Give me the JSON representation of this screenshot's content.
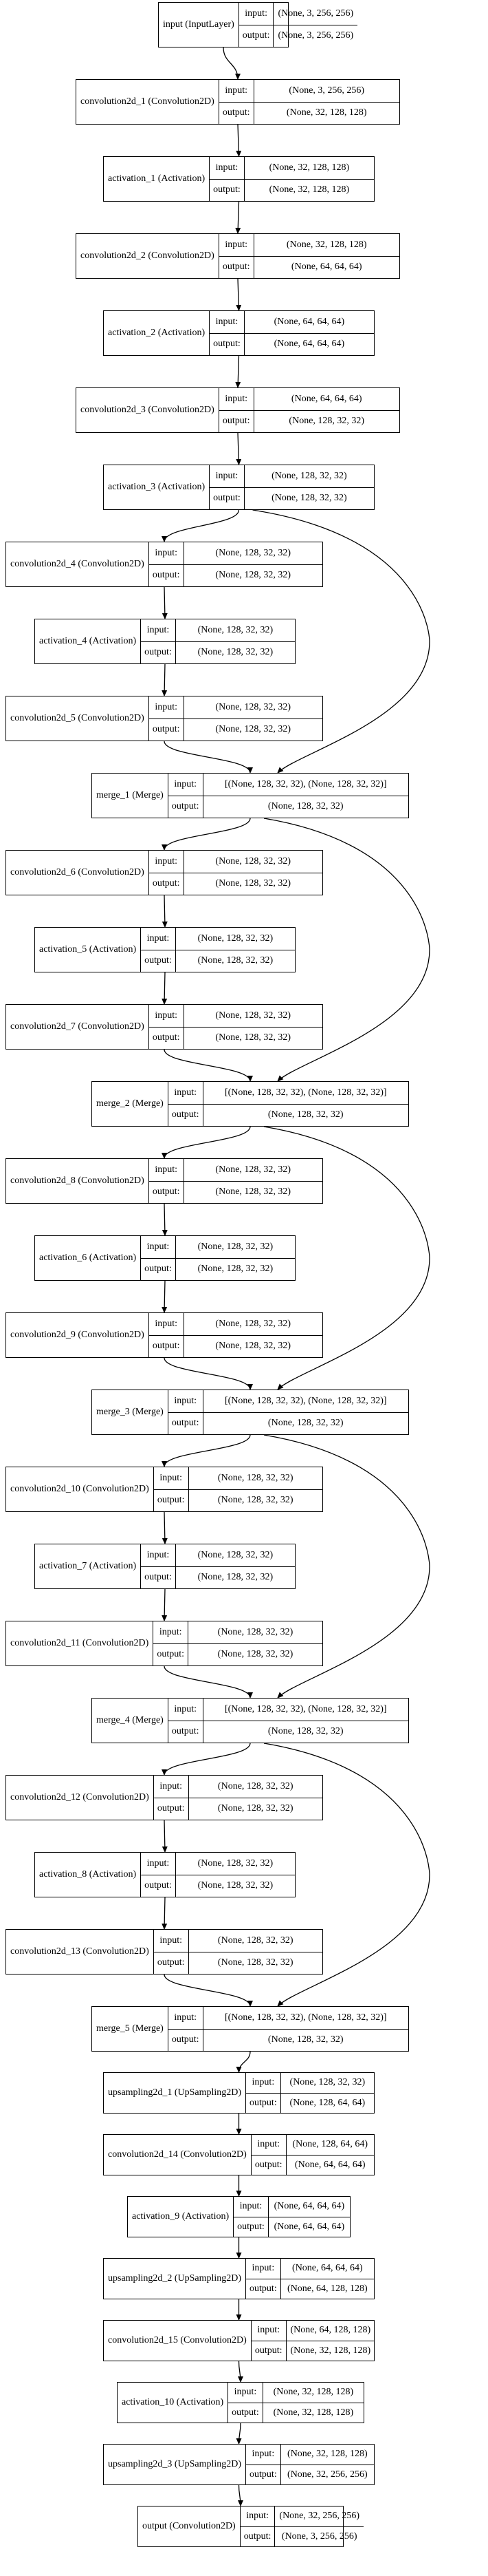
{
  "nodes": [
    {
      "id": "n0",
      "name": "input (InputLayer)",
      "input": "(None, 3, 256, 256)",
      "output": "(None, 3, 256, 256)"
    },
    {
      "id": "n1",
      "name": "convolution2d_1 (Convolution2D)",
      "input": "(None, 3, 256, 256)",
      "output": "(None, 32, 128, 128)"
    },
    {
      "id": "n2",
      "name": "activation_1 (Activation)",
      "input": "(None, 32, 128, 128)",
      "output": "(None, 32, 128, 128)"
    },
    {
      "id": "n3",
      "name": "convolution2d_2 (Convolution2D)",
      "input": "(None, 32, 128, 128)",
      "output": "(None, 64, 64, 64)"
    },
    {
      "id": "n4",
      "name": "activation_2 (Activation)",
      "input": "(None, 64, 64, 64)",
      "output": "(None, 64, 64, 64)"
    },
    {
      "id": "n5",
      "name": "convolution2d_3 (Convolution2D)",
      "input": "(None, 64, 64, 64)",
      "output": "(None, 128, 32, 32)"
    },
    {
      "id": "n6",
      "name": "activation_3 (Activation)",
      "input": "(None, 128, 32, 32)",
      "output": "(None, 128, 32, 32)"
    },
    {
      "id": "n7",
      "name": "convolution2d_4 (Convolution2D)",
      "input": "(None, 128, 32, 32)",
      "output": "(None, 128, 32, 32)"
    },
    {
      "id": "n8",
      "name": "activation_4 (Activation)",
      "input": "(None, 128, 32, 32)",
      "output": "(None, 128, 32, 32)"
    },
    {
      "id": "n9",
      "name": "convolution2d_5 (Convolution2D)",
      "input": "(None, 128, 32, 32)",
      "output": "(None, 128, 32, 32)"
    },
    {
      "id": "n10",
      "name": "merge_1 (Merge)",
      "input": "[(None, 128, 32, 32), (None, 128, 32, 32)]",
      "output": "(None, 128, 32, 32)"
    },
    {
      "id": "n11",
      "name": "convolution2d_6 (Convolution2D)",
      "input": "(None, 128, 32, 32)",
      "output": "(None, 128, 32, 32)"
    },
    {
      "id": "n12",
      "name": "activation_5 (Activation)",
      "input": "(None, 128, 32, 32)",
      "output": "(None, 128, 32, 32)"
    },
    {
      "id": "n13",
      "name": "convolution2d_7 (Convolution2D)",
      "input": "(None, 128, 32, 32)",
      "output": "(None, 128, 32, 32)"
    },
    {
      "id": "n14",
      "name": "merge_2 (Merge)",
      "input": "[(None, 128, 32, 32), (None, 128, 32, 32)]",
      "output": "(None, 128, 32, 32)"
    },
    {
      "id": "n15",
      "name": "convolution2d_8 (Convolution2D)",
      "input": "(None, 128, 32, 32)",
      "output": "(None, 128, 32, 32)"
    },
    {
      "id": "n16",
      "name": "activation_6 (Activation)",
      "input": "(None, 128, 32, 32)",
      "output": "(None, 128, 32, 32)"
    },
    {
      "id": "n17",
      "name": "convolution2d_9 (Convolution2D)",
      "input": "(None, 128, 32, 32)",
      "output": "(None, 128, 32, 32)"
    },
    {
      "id": "n18",
      "name": "merge_3 (Merge)",
      "input": "[(None, 128, 32, 32), (None, 128, 32, 32)]",
      "output": "(None, 128, 32, 32)"
    },
    {
      "id": "n19",
      "name": "convolution2d_10 (Convolution2D)",
      "input": "(None, 128, 32, 32)",
      "output": "(None, 128, 32, 32)"
    },
    {
      "id": "n20",
      "name": "activation_7 (Activation)",
      "input": "(None, 128, 32, 32)",
      "output": "(None, 128, 32, 32)"
    },
    {
      "id": "n21",
      "name": "convolution2d_11 (Convolution2D)",
      "input": "(None, 128, 32, 32)",
      "output": "(None, 128, 32, 32)"
    },
    {
      "id": "n22",
      "name": "merge_4 (Merge)",
      "input": "[(None, 128, 32, 32), (None, 128, 32, 32)]",
      "output": "(None, 128, 32, 32)"
    },
    {
      "id": "n23",
      "name": "convolution2d_12 (Convolution2D)",
      "input": "(None, 128, 32, 32)",
      "output": "(None, 128, 32, 32)"
    },
    {
      "id": "n24",
      "name": "activation_8 (Activation)",
      "input": "(None, 128, 32, 32)",
      "output": "(None, 128, 32, 32)"
    },
    {
      "id": "n25",
      "name": "convolution2d_13 (Convolution2D)",
      "input": "(None, 128, 32, 32)",
      "output": "(None, 128, 32, 32)"
    },
    {
      "id": "n26",
      "name": "merge_5 (Merge)",
      "input": "[(None, 128, 32, 32), (None, 128, 32, 32)]",
      "output": "(None, 128, 32, 32)"
    },
    {
      "id": "n27",
      "name": "upsampling2d_1 (UpSampling2D)",
      "input": "(None, 128, 32, 32)",
      "output": "(None, 128, 64, 64)"
    },
    {
      "id": "n28",
      "name": "convolution2d_14 (Convolution2D)",
      "input": "(None, 128, 64, 64)",
      "output": "(None, 64, 64, 64)"
    },
    {
      "id": "n29",
      "name": "activation_9 (Activation)",
      "input": "(None, 64, 64, 64)",
      "output": "(None, 64, 64, 64)"
    },
    {
      "id": "n30",
      "name": "upsampling2d_2 (UpSampling2D)",
      "input": "(None, 64, 64, 64)",
      "output": "(None, 64, 128, 128)"
    },
    {
      "id": "n31",
      "name": "convolution2d_15 (Convolution2D)",
      "input": "(None, 64, 128, 128)",
      "output": "(None, 32, 128, 128)"
    },
    {
      "id": "n32",
      "name": "activation_10 (Activation)",
      "input": "(None, 32, 128, 128)",
      "output": "(None, 32, 128, 128)"
    },
    {
      "id": "n33",
      "name": "upsampling2d_3 (UpSampling2D)",
      "input": "(None, 32, 128, 128)",
      "output": "(None, 32, 256, 256)"
    },
    {
      "id": "n34",
      "name": "output (Convolution2D)",
      "input": "(None, 32, 256, 256)",
      "output": "(None, 3, 256, 256)"
    }
  ],
  "port_labels": {
    "input": "input:",
    "output": "output:"
  },
  "edges": [
    [
      "n0",
      "n1"
    ],
    [
      "n1",
      "n2"
    ],
    [
      "n2",
      "n3"
    ],
    [
      "n3",
      "n4"
    ],
    [
      "n4",
      "n5"
    ],
    [
      "n5",
      "n6"
    ],
    [
      "n6",
      "n7"
    ],
    [
      "n7",
      "n8"
    ],
    [
      "n8",
      "n9"
    ],
    [
      "n9",
      "n10"
    ],
    [
      "n6",
      "n10"
    ],
    [
      "n10",
      "n11"
    ],
    [
      "n11",
      "n12"
    ],
    [
      "n12",
      "n13"
    ],
    [
      "n13",
      "n14"
    ],
    [
      "n10",
      "n14"
    ],
    [
      "n14",
      "n15"
    ],
    [
      "n15",
      "n16"
    ],
    [
      "n16",
      "n17"
    ],
    [
      "n17",
      "n18"
    ],
    [
      "n14",
      "n18"
    ],
    [
      "n18",
      "n19"
    ],
    [
      "n19",
      "n20"
    ],
    [
      "n20",
      "n21"
    ],
    [
      "n21",
      "n22"
    ],
    [
      "n18",
      "n22"
    ],
    [
      "n22",
      "n23"
    ],
    [
      "n23",
      "n24"
    ],
    [
      "n24",
      "n25"
    ],
    [
      "n25",
      "n26"
    ],
    [
      "n22",
      "n26"
    ],
    [
      "n26",
      "n27"
    ],
    [
      "n27",
      "n28"
    ],
    [
      "n28",
      "n29"
    ],
    [
      "n29",
      "n30"
    ],
    [
      "n30",
      "n31"
    ],
    [
      "n31",
      "n32"
    ],
    [
      "n32",
      "n33"
    ],
    [
      "n33",
      "n34"
    ]
  ],
  "style": {
    "line_color": "#000000",
    "background": "#ffffff"
  }
}
